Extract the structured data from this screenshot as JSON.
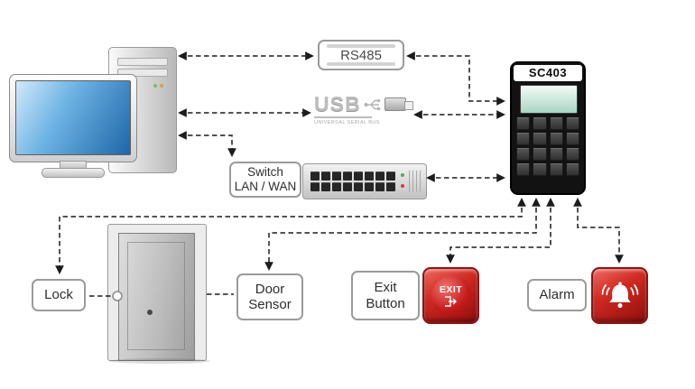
{
  "nodes": {
    "rs485": {
      "label": "RS485"
    },
    "usb": {
      "label": "USB",
      "caption": "UNIVERSAL SERIAL BUS"
    },
    "switch": {
      "line1": "Switch",
      "line2": "LAN / WAN"
    },
    "controller": {
      "label": "SC403"
    },
    "lock": {
      "label": "Lock"
    },
    "door_sensor": {
      "line1": "Door",
      "line2": "Sensor"
    },
    "exit_button": {
      "line1": "Exit",
      "line2": "Button",
      "button_text": "EXIT"
    },
    "alarm": {
      "label": "Alarm"
    }
  },
  "colors": {
    "line": "#1c1c1c",
    "button_red": "#c21f1f",
    "monitor_screen_blue": "#1e66a8",
    "controller_screen": "#a7d6c3"
  }
}
